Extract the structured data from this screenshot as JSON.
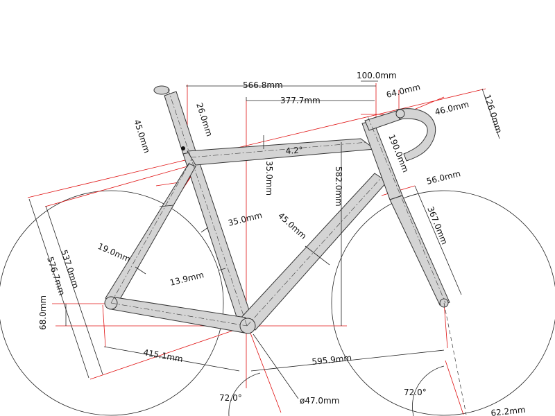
{
  "diagram": {
    "labels": {
      "top_566": "566.8mm",
      "top_377": "377.7mm",
      "stem_100": "100.0mm",
      "reach_64": "64.0mm",
      "drop_126": "126.0mm",
      "width_46": "46.0mm",
      "seat_45": "45.0mm",
      "seat_26": "26.0mm",
      "tt_angle": "4.2°",
      "tt_35": "35.0mm",
      "stack_582": "582.0mm",
      "ht_190": "190.0mm",
      "ht_56": "56.0mm",
      "fork_367": "367.0mm",
      "st_35": "35.0mm",
      "dt_45": "45.0mm",
      "ss_19": "19.0mm",
      "cs_13": "13.9mm",
      "len_537": "537.0mm",
      "len_576": "576.7mm",
      "drop_68": "68.0mm",
      "cs_415": "415.1mm",
      "wb_595": "595.9mm",
      "bb_47": "ø47.0mm",
      "ang_rear": "72.0°",
      "ang_front": "72.0°",
      "offset_62": "62.2mm"
    }
  }
}
